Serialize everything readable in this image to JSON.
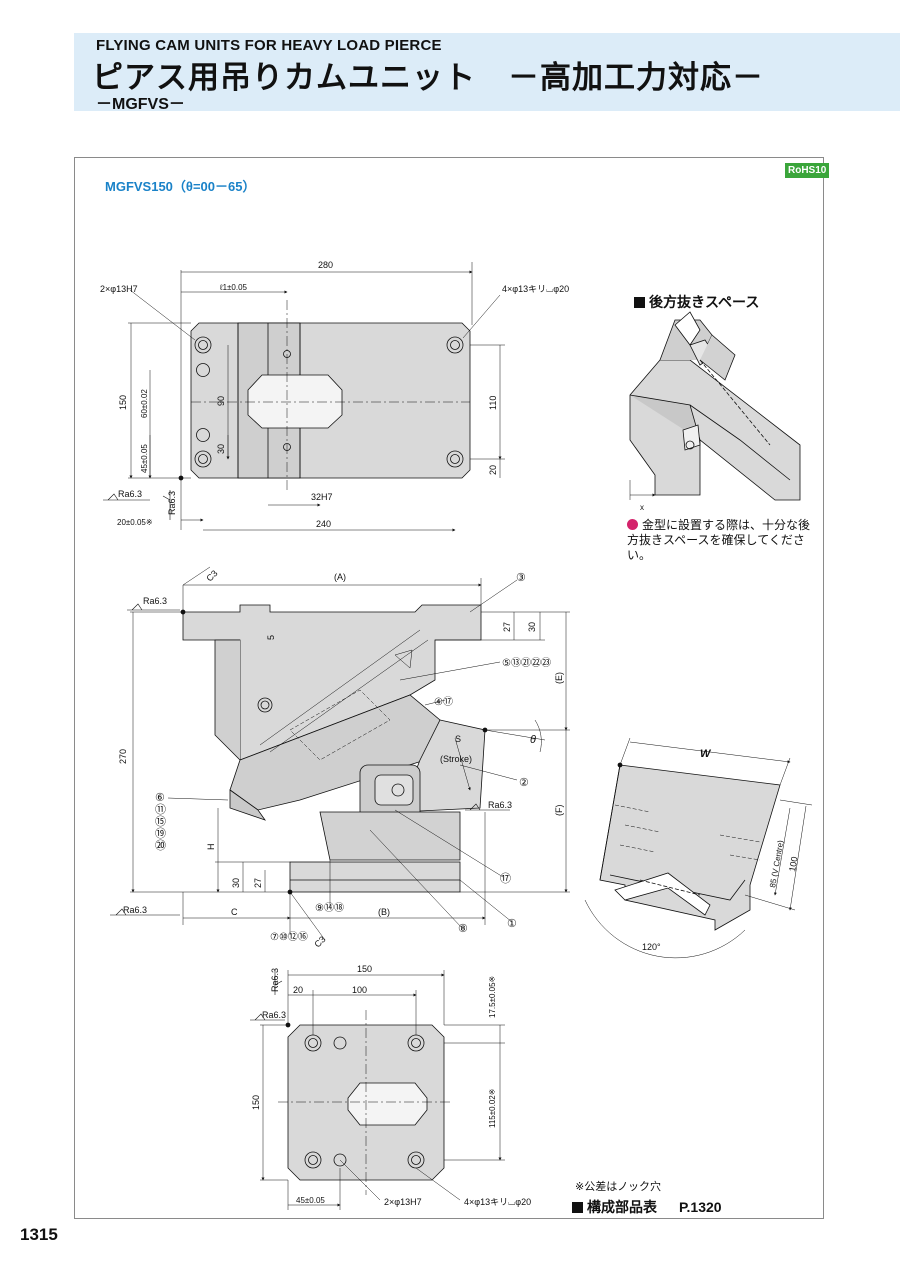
{
  "header": {
    "subtitle_en": "FLYING CAM UNITS FOR HEAVY LOAD PIERCE",
    "title_jp": "ピアス用吊りカムユニット　－高加工力対応－",
    "model_series": "－MGFVS－"
  },
  "drawing": {
    "model_label": "MGFVS150（θ=00－65）",
    "rohs_badge": "RoHS10",
    "top_view": {
      "dim_280": "280",
      "dim_l1": "ℓ1±0.05",
      "holes_2x": "2×φ13H7",
      "holes_4x": "4×φ13キリ⌴φ20",
      "dim_150": "150",
      "dim_90": "90",
      "dim_60": "60±0.02",
      "dim_45": "45±0.05",
      "dim_30": "30",
      "dim_110": "110",
      "dim_20_right": "20",
      "dim_32h7": "32H7",
      "dim_240": "240",
      "dim_20_bottom": "20±0.05※",
      "ra_1": "Ra6.3",
      "ra_2": "Ra6.3"
    },
    "side_view": {
      "chamfer_c3_top": "C3",
      "dim_a": "(A)",
      "ra_top": "Ra6.3",
      "dim_5": "5",
      "dim_27_top": "27",
      "dim_30_top": "30",
      "dim_e": "(E)",
      "dim_270": "270",
      "theta": "θ",
      "stroke_s": "S",
      "stroke_label": "(Stroke)",
      "dim_f": "(F)",
      "ra_mid": "Ra6.3",
      "dim_h": "H",
      "dim_30_bottom": "30",
      "dim_27_bottom": "27",
      "ra_bottom": "Ra6.3",
      "dim_c": "C",
      "dim_b": "(B)",
      "chamfer_c3_bottom": "C3",
      "callouts": {
        "c3": "③",
        "c5": "⑤⑬㉑㉒㉓",
        "c4": "④⑰",
        "c2": "②",
        "c6": "⑥",
        "c11": "⑪",
        "c15": "⑮",
        "c19": "⑲",
        "c20": "⑳",
        "c17": "⑰",
        "c1": "①",
        "c8": "⑧",
        "c9": "⑨⑭⑱",
        "c7": "⑦⑩⑫⑯"
      }
    },
    "bottom_view": {
      "ra_1": "Ra6.3",
      "ra_2": "Ra6.3",
      "dim_150_top": "150",
      "dim_20": "20",
      "dim_100": "100",
      "dim_17_5": "17.5±0.05※",
      "dim_150_left": "150",
      "dim_115": "115±0.02※",
      "dim_45": "45±0.05",
      "holes_2x": "2×φ13H7",
      "holes_4x": "4×φ13キリ⌴φ20"
    },
    "rear_space": {
      "title": "後方抜きスペース",
      "x_label": "x",
      "note": "金型に設置する際は、十分な後方抜きスペースを確保してください。"
    },
    "v_view": {
      "w_label": "W",
      "dim_85": "85 (V Centre)",
      "dim_100": "100",
      "angle_120": "120°"
    }
  },
  "footer": {
    "tolerance_note": "※公差はノック穴",
    "parts_table": "構成部品表",
    "parts_ref": "P.1320",
    "page_number": "1315"
  },
  "colors": {
    "header_bg": "#dcecf8",
    "model_label": "#1a82c8",
    "rohs_bg": "#3aa53a",
    "part_fill": "#d9d9d9",
    "pin_icon": "#d4236b"
  }
}
